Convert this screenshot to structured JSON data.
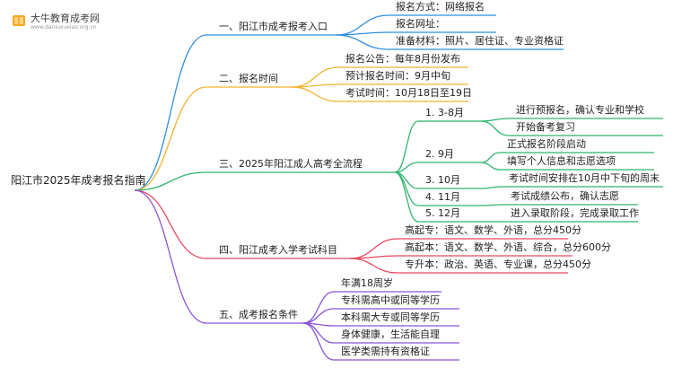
{
  "header": {
    "brand": "大牛教育成考网",
    "url": "www.daniuxueiao.org.cn"
  },
  "mindmap": {
    "root": "阳江市2025年成考报名指南",
    "branches": [
      {
        "label": "一、阳江市成考报考入口",
        "color": "#2f8fe0",
        "children": [
          {
            "label": "报名方式：网络报名"
          },
          {
            "label": "报名网址："
          },
          {
            "label": "准备材料：照片、居住证、专业资格证"
          }
        ]
      },
      {
        "label": "二、报名时间",
        "color": "#f2b230",
        "children": [
          {
            "label": "报名公告：每年8月份发布"
          },
          {
            "label": "预计报名时间：9月中旬"
          },
          {
            "label": "考试时间：10月18日至19日"
          }
        ]
      },
      {
        "label": "三、2025年阳江成人高考全流程",
        "color": "#2fb56e",
        "children": [
          {
            "label": "1. 3-8月",
            "children": [
              "进行预报名，确认专业和学校",
              "开始备考复习"
            ]
          },
          {
            "label": "2. 9月",
            "children": [
              "正式报名阶段启动",
              "填写个人信息和志愿选项"
            ]
          },
          {
            "label": "3. 10月",
            "children": [
              "考试时间安排在10月中下旬的周末"
            ]
          },
          {
            "label": "4. 11月",
            "children": [
              "考试成绩公布，确认志愿"
            ]
          },
          {
            "label": "5. 12月",
            "children": [
              "进入录取阶段，完成录取工作"
            ]
          }
        ]
      },
      {
        "label": "四、阳江成考入学考试科目",
        "color": "#ec4660",
        "children": [
          {
            "label": "高起专：语文、数学、外语，总分450分"
          },
          {
            "label": "高起本：语文、数学、外语、综合，总分600分"
          },
          {
            "label": "专升本：政治、英语、专业课，总分450分"
          }
        ]
      },
      {
        "label": "五、成考报名条件",
        "color": "#8a55d6",
        "children": [
          {
            "label": "年满18周岁"
          },
          {
            "label": "专科需高中或同等学历"
          },
          {
            "label": "本科需大专或同等学历"
          },
          {
            "label": "身体健康，生活能自理"
          },
          {
            "label": "医学类需持有资格证"
          }
        ]
      }
    ]
  }
}
